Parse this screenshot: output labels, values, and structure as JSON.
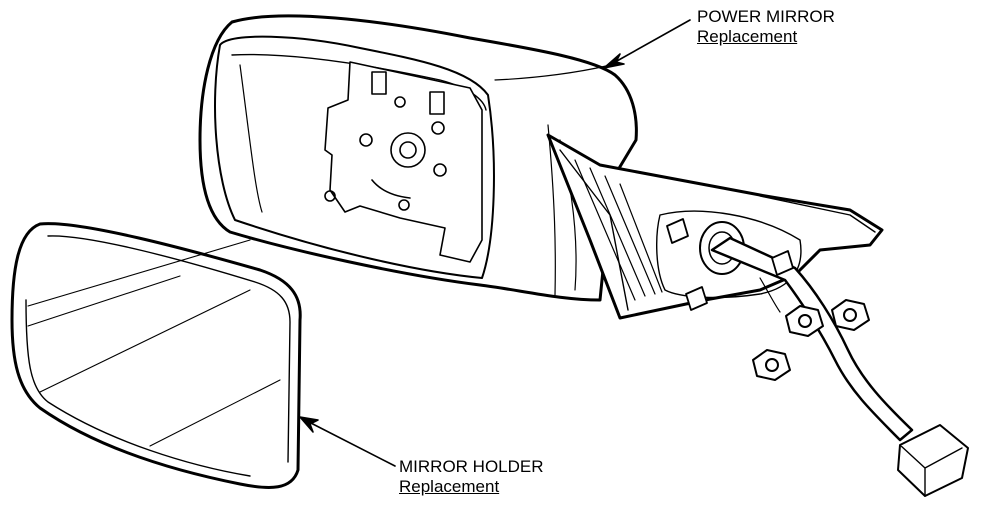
{
  "callouts": {
    "power_mirror": {
      "title": "POWER MIRROR",
      "note": "Replacement"
    },
    "mirror_holder": {
      "title": "MIRROR HOLDER",
      "note": "Replacement"
    }
  },
  "colors": {
    "line": "#000000",
    "background": "#ffffff"
  }
}
